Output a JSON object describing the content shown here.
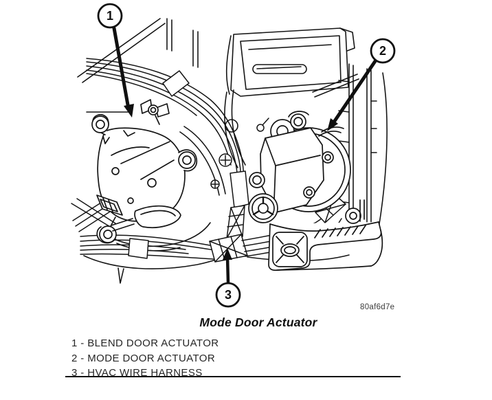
{
  "diagram": {
    "title": "Mode Door Actuator",
    "figure_code": "80af6d7e",
    "callout_numbers": [
      "1",
      "2",
      "3"
    ]
  },
  "legend": {
    "items": [
      "1 - BLEND DOOR ACTUATOR",
      "2 - MODE DOOR ACTUATOR",
      "3 - HVAC WIRE HARNESS"
    ]
  },
  "colors": {
    "line": "#151515",
    "background": "#ffffff",
    "text": "#262626"
  }
}
